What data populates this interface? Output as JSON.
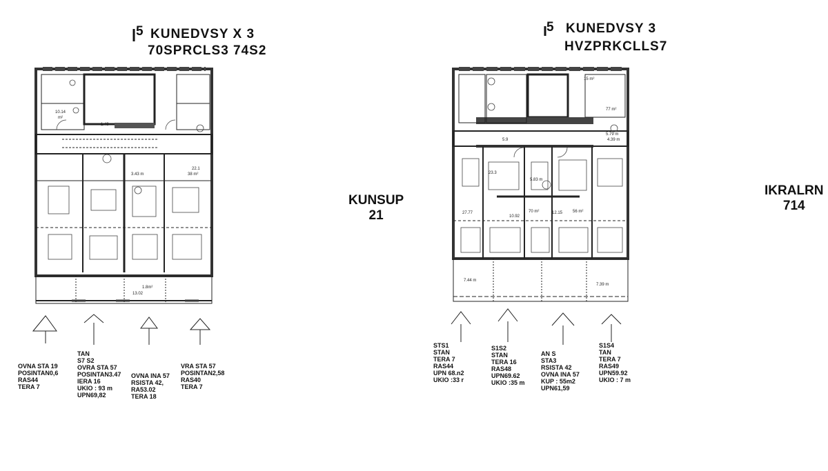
{
  "headers": {
    "left": {
      "number": "5",
      "line1": "KUNEDVSY X 3",
      "line2": "70SPRCLS3 74S2"
    },
    "right": {
      "number": "5",
      "line1": "KUNEDVSY 3",
      "line2": "HVZPRKCLLS7"
    }
  },
  "center_label": {
    "line1": "KUNSUP",
    "line2": "21"
  },
  "far_right_label": {
    "line1": "IKRALRN",
    "line2": "714"
  },
  "room_labels": {
    "left": [
      {
        "id": "r1",
        "text": "10.14"
      },
      {
        "id": "r1u",
        "text": "m²"
      },
      {
        "id": "r2",
        "text": "1.49"
      },
      {
        "id": "r3",
        "text": "22.1"
      },
      {
        "id": "r3u",
        "text": "38 m²"
      },
      {
        "id": "r4",
        "text": "3.43 m"
      },
      {
        "id": "r5",
        "text": "1.8m²"
      },
      {
        "id": "r6",
        "text": "13.02"
      }
    ],
    "right": [
      {
        "id": "s1",
        "text": "15 m²"
      },
      {
        "id": "s2",
        "text": "77 m²"
      },
      {
        "id": "s3",
        "text": "5.9"
      },
      {
        "id": "s4",
        "text": "5.79 m"
      },
      {
        "id": "s5",
        "text": "4.39 m"
      },
      {
        "id": "s6",
        "text": "23.3"
      },
      {
        "id": "s7",
        "text": "5.83 m"
      },
      {
        "id": "s8",
        "text": "27.77"
      },
      {
        "id": "s9",
        "text": "10.92"
      },
      {
        "id": "s10",
        "text": "12.15"
      },
      {
        "id": "s11",
        "text": "70 m²"
      },
      {
        "id": "s12",
        "text": "56 m²"
      },
      {
        "id": "s13",
        "text": "7.44 m"
      },
      {
        "id": "s14",
        "text": "7.39 m"
      }
    ]
  },
  "legends": {
    "left": [
      {
        "id": "L1",
        "lines": [
          "OVNA STA 19",
          "POSINTAN0,6",
          "RAS44",
          "TERA 7"
        ]
      },
      {
        "id": "L2",
        "lines": [
          "TAN",
          "S7 S2",
          "OVRA STA 57",
          "POSINTAN3.47",
          "IERA 16",
          "UKIO : 93 m",
          "UPN69,82"
        ]
      },
      {
        "id": "L3",
        "lines": [
          "OVNA INA 57",
          "RSISTA 42,",
          "RA53.02",
          "TERA 18"
        ]
      },
      {
        "id": "L4",
        "lines": [
          "VRA STA 57",
          "POSINTAN2,58",
          "RAS40",
          "TERA 7"
        ]
      }
    ],
    "right": [
      {
        "id": "R1",
        "lines": [
          "STS1",
          "STAN",
          "TERA 7",
          "RAS44",
          "UPN 68.n2",
          "UKIO :33 r"
        ]
      },
      {
        "id": "R2",
        "lines": [
          "S1S2",
          "STAN",
          "TERA 16",
          "RAS48",
          "UPN69.62",
          "UKIO :35 m"
        ]
      },
      {
        "id": "R3",
        "lines": [
          "AN S",
          "STA3",
          "RSISTA 42",
          "OVNA INA 57",
          "KUP : 55m2",
          "UPN61,59"
        ]
      },
      {
        "id": "R4",
        "lines": [
          "S1S4",
          "TAN",
          "TERA 7",
          "RAS49",
          "UPN59.92",
          "UKIO : 7 m"
        ]
      }
    ]
  }
}
